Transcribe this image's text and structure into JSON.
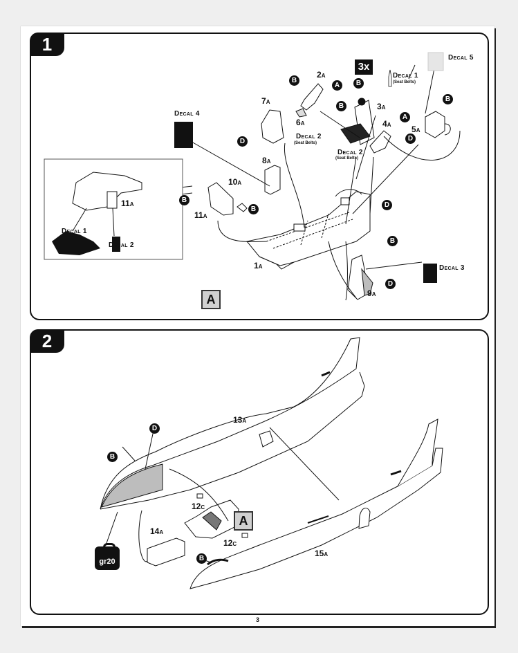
{
  "page": {
    "page_number": "3"
  },
  "steps": [
    {
      "number": "1",
      "reference_box": "A",
      "multiplier": "3x",
      "parts": [
        {
          "id": "1a",
          "label": "1",
          "suffix": "A"
        },
        {
          "id": "2a",
          "label": "2",
          "suffix": "A"
        },
        {
          "id": "3a",
          "label": "3",
          "suffix": "A"
        },
        {
          "id": "4a",
          "label": "4",
          "suffix": "A"
        },
        {
          "id": "5a",
          "label": "5",
          "suffix": "A"
        },
        {
          "id": "6a",
          "label": "6",
          "suffix": "A"
        },
        {
          "id": "7a",
          "label": "7",
          "suffix": "A"
        },
        {
          "id": "8a",
          "label": "8",
          "suffix": "A"
        },
        {
          "id": "9a",
          "label": "9",
          "suffix": "A"
        },
        {
          "id": "10a",
          "label": "10",
          "suffix": "A"
        },
        {
          "id": "11a",
          "label": "11",
          "suffix": "A"
        },
        {
          "id": "11a-inset",
          "label": "11",
          "suffix": "A"
        }
      ],
      "decals": [
        {
          "id": "decal-1-seat",
          "label": "Decal 1",
          "note": "(Seat Belts)"
        },
        {
          "id": "decal-2-a",
          "label": "Decal 2",
          "note": "(Seat Belts)"
        },
        {
          "id": "decal-2-b",
          "label": "Decal 2",
          "note": "(Seat Belts)"
        },
        {
          "id": "decal-3",
          "label": "Decal 3"
        },
        {
          "id": "decal-4",
          "label": "Decal 4"
        },
        {
          "id": "decal-5",
          "label": "Decal 5"
        },
        {
          "id": "decal-1-inset",
          "label": "Decal 1"
        },
        {
          "id": "decal-2-inset",
          "label": "Decal 2"
        }
      ],
      "callouts": [
        "A",
        "B",
        "D"
      ]
    },
    {
      "number": "2",
      "reference_box": "A",
      "weight": "gr20",
      "parts": [
        {
          "id": "12c-a",
          "label": "12",
          "suffix": "C"
        },
        {
          "id": "12c-b",
          "label": "12",
          "suffix": "C"
        },
        {
          "id": "13a",
          "label": "13",
          "suffix": "A"
        },
        {
          "id": "14a",
          "label": "14",
          "suffix": "A"
        },
        {
          "id": "15a",
          "label": "15",
          "suffix": "A"
        }
      ],
      "callouts": [
        "B",
        "D"
      ]
    }
  ],
  "colors": {
    "ink": "#111111",
    "paint_grey": "#bdbdbd",
    "ref_box_grey": "#d0d0d0"
  }
}
